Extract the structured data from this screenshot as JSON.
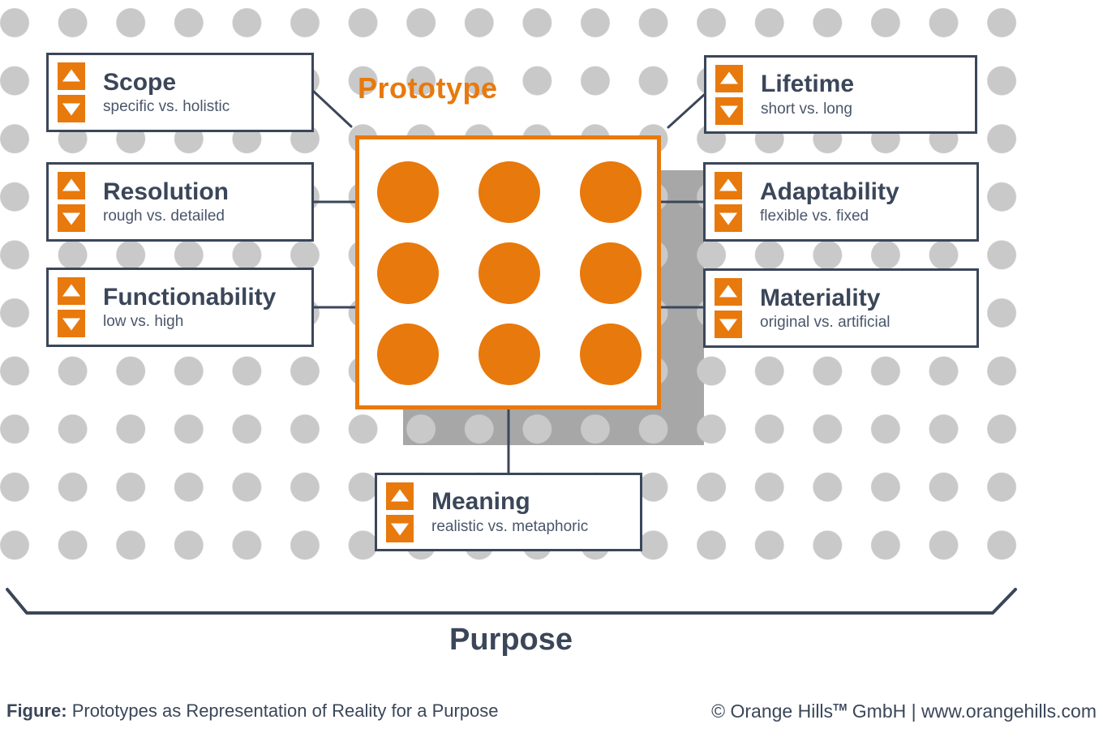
{
  "colors": {
    "accent_orange": "#E8790C",
    "navy": "#3B4659",
    "dot_gray": "#C9C9C9",
    "shadow_gray": "#A7A7A7",
    "subtitle_gray": "#4A566B",
    "background": "#FFFFFF"
  },
  "diagram": {
    "center_label": "Prototype",
    "purpose_label": "Purpose",
    "matrix": {
      "rows": 3,
      "cols": 3
    }
  },
  "dimension_boxes": [
    {
      "label": "Scope",
      "sublabel": "specific vs. holistic"
    },
    {
      "label": "Resolution",
      "sublabel": "rough vs. detailed"
    },
    {
      "label": "Functionability",
      "sublabel": "low vs. high"
    },
    {
      "label": "Lifetime",
      "sublabel": "short vs. long"
    },
    {
      "label": "Adaptability",
      "sublabel": "flexible vs. fixed"
    },
    {
      "label": "Materiality",
      "sublabel": "original vs. artificial"
    },
    {
      "label": "Meaning",
      "sublabel": "realistic vs. metaphoric"
    }
  ],
  "footer": {
    "figure_label": "Figure:",
    "figure_text": "Prototypes as Representation of Reality for a Purpose",
    "copyright_prefix": "© Orange Hills",
    "trademark": "TM",
    "copyright_suffix": " GmbH | www.orangehills.com"
  }
}
